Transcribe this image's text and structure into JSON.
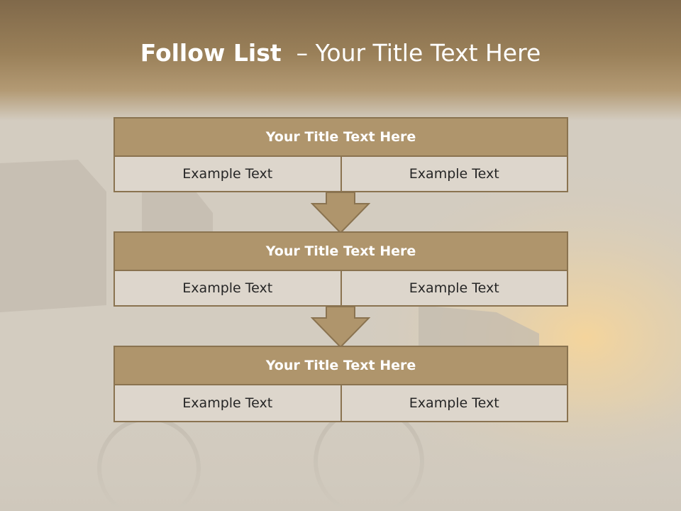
{
  "slide": {
    "title_bold": "Follow List",
    "title_rest": "– Your Title Text Here"
  },
  "blocks": [
    {
      "title": "Your Title Text Here",
      "left": "Example Text",
      "right": "Example Text"
    },
    {
      "title": "Your Title Text Here",
      "left": "Example Text",
      "right": "Example Text"
    },
    {
      "title": "Your Title Text Here",
      "left": "Example Text",
      "right": "Example Text"
    }
  ],
  "colors": {
    "header_brown": "#9a8059",
    "block_title": "#af956c",
    "block_cell": "#ddd6cc",
    "border": "#8a7350"
  }
}
